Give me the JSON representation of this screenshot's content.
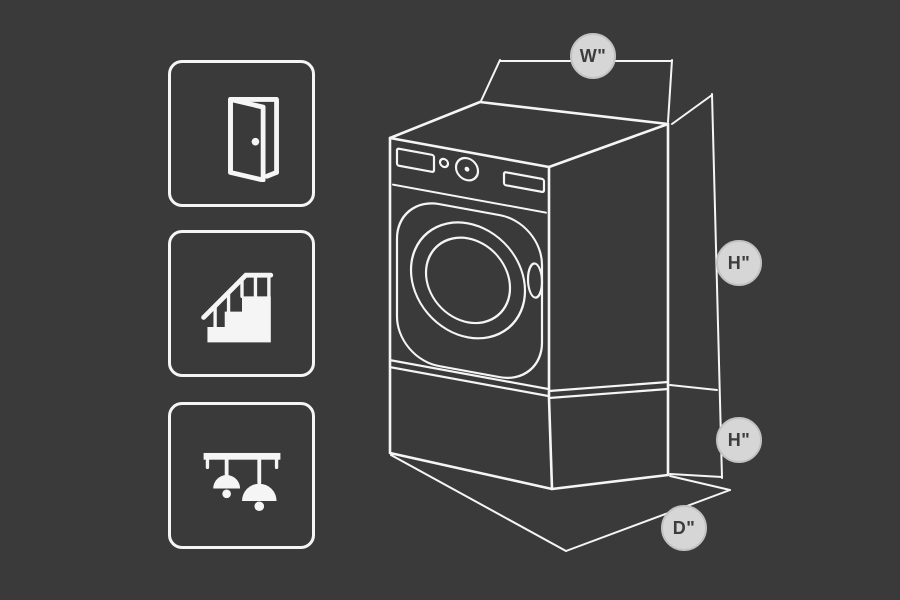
{
  "colors": {
    "background": "#3a3a3a",
    "line": "#f5f5f5",
    "badge_fill": "#d6d6d6",
    "badge_text": "#3d3d3d"
  },
  "badges": [
    {
      "name": "width-badge",
      "label": "W\""
    },
    {
      "name": "washer-height-badge",
      "label": "H\""
    },
    {
      "name": "pedestal-height-badge",
      "label": "H\""
    },
    {
      "name": "depth-badge",
      "label": "D\""
    }
  ],
  "icons": [
    {
      "name": "open-door-icon"
    },
    {
      "name": "staircase-icon"
    },
    {
      "name": "ceiling-lights-icon"
    }
  ],
  "diagram": {
    "subject": "front-load-washer-on-pedestal-with-dimension-lines"
  }
}
